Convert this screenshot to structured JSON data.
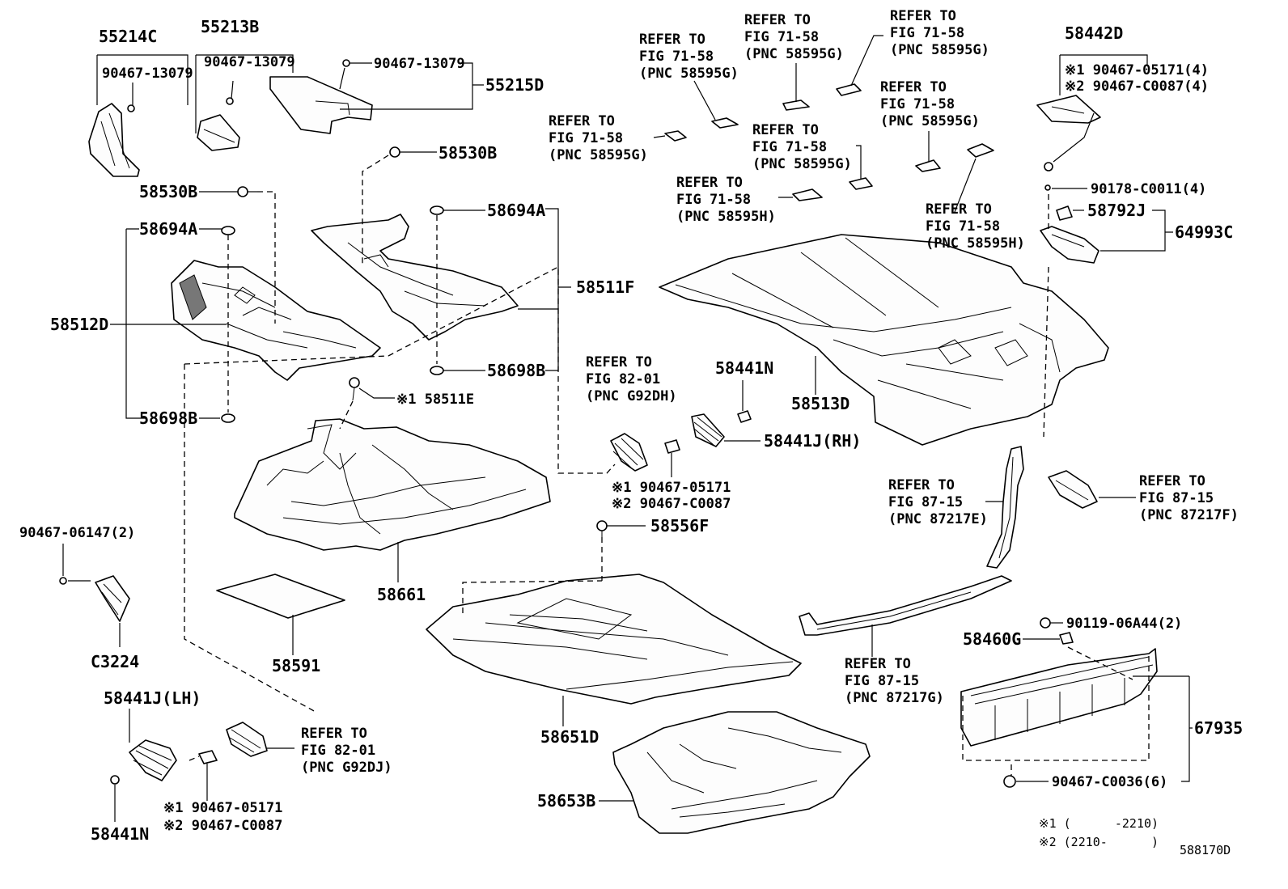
{
  "labels": {
    "p55214C": "55214C",
    "p55213B": "55213B",
    "p90467_13079_a": "90467-13079",
    "p90467_13079_b": "90467-13079",
    "p90467_13079_c": "90467-13079",
    "p55215D": "55215D",
    "p58530B_a": "58530B",
    "p58530B_b": "58530B",
    "p58694A_a": "58694A",
    "p58694A_b": "58694A",
    "p58512D": "58512D",
    "p58511F": "58511F",
    "p58698B_a": "58698B",
    "p58698B_b": "58698B",
    "p58511E": "※1 58511E",
    "p58441N_a": "58441N",
    "p58441N_b": "58441N",
    "p58441J_RH": "58441J(RH)",
    "p58441J_LH": "58441J(LH)",
    "p90467_05171_a": "※1 90467-05171",
    "p90467_C0087_a": "※2 90467-C0087",
    "p90467_05171_b": "※1 90467-05171",
    "p90467_C0087_b": "※2 90467-C0087",
    "p58556F": "58556F",
    "p58661": "58661",
    "p58591": "58591",
    "p90467_06147": "90467-06147(2)",
    "pC3224": "C3224",
    "p58651D": "58651D",
    "p58653B": "58653B",
    "p58513D": "58513D",
    "p58442D": "58442D",
    "p90467_05171_4": "※1 90467-05171(4)",
    "p90467_C0087_4": "※2 90467-C0087(4)",
    "p90178": "90178-C0011(4)",
    "p58792J": "58792J",
    "p64993C": "64993C",
    "p58460G": "58460G",
    "p90119": "90119-06A44(2)",
    "p67935": "67935",
    "p90467_C0036": "90467-C0036(6)"
  },
  "refs": {
    "r1": [
      "REFER TO",
      "FIG 71-58",
      "(PNC 58595G)"
    ],
    "r2": [
      "REFER TO",
      "FIG 71-58",
      "(PNC 58595G)"
    ],
    "r3": [
      "REFER TO",
      "FIG 71-58",
      "(PNC 58595G)"
    ],
    "r4": [
      "REFER TO",
      "FIG 71-58",
      "(PNC 58595G)"
    ],
    "r5": [
      "REFER TO",
      "FIG 71-58",
      "(PNC 58595G)"
    ],
    "r6": [
      "REFER TO",
      "FIG 71-58",
      "(PNC 58595G)"
    ],
    "r7": [
      "REFER TO",
      "FIG 71-58",
      "(PNC 58595H)"
    ],
    "r8": [
      "REFER TO",
      "FIG 71-58",
      "(PNC 58595H)"
    ],
    "r9": [
      "REFER TO",
      "FIG 82-01",
      "(PNC G92DH)"
    ],
    "r10": [
      "REFER TO",
      "FIG 82-01",
      "(PNC G92DJ)"
    ],
    "r11": [
      "REFER TO",
      "FIG 87-15",
      "(PNC 87217E)"
    ],
    "r12": [
      "REFER TO",
      "FIG 87-15",
      "(PNC 87217F)"
    ],
    "r13": [
      "REFER TO",
      "FIG 87-15",
      "(PNC 87217G)"
    ]
  },
  "notes": {
    "n1": "※1 (      -2210)",
    "n2": "※2 (2210-      )",
    "code": "588170D"
  }
}
